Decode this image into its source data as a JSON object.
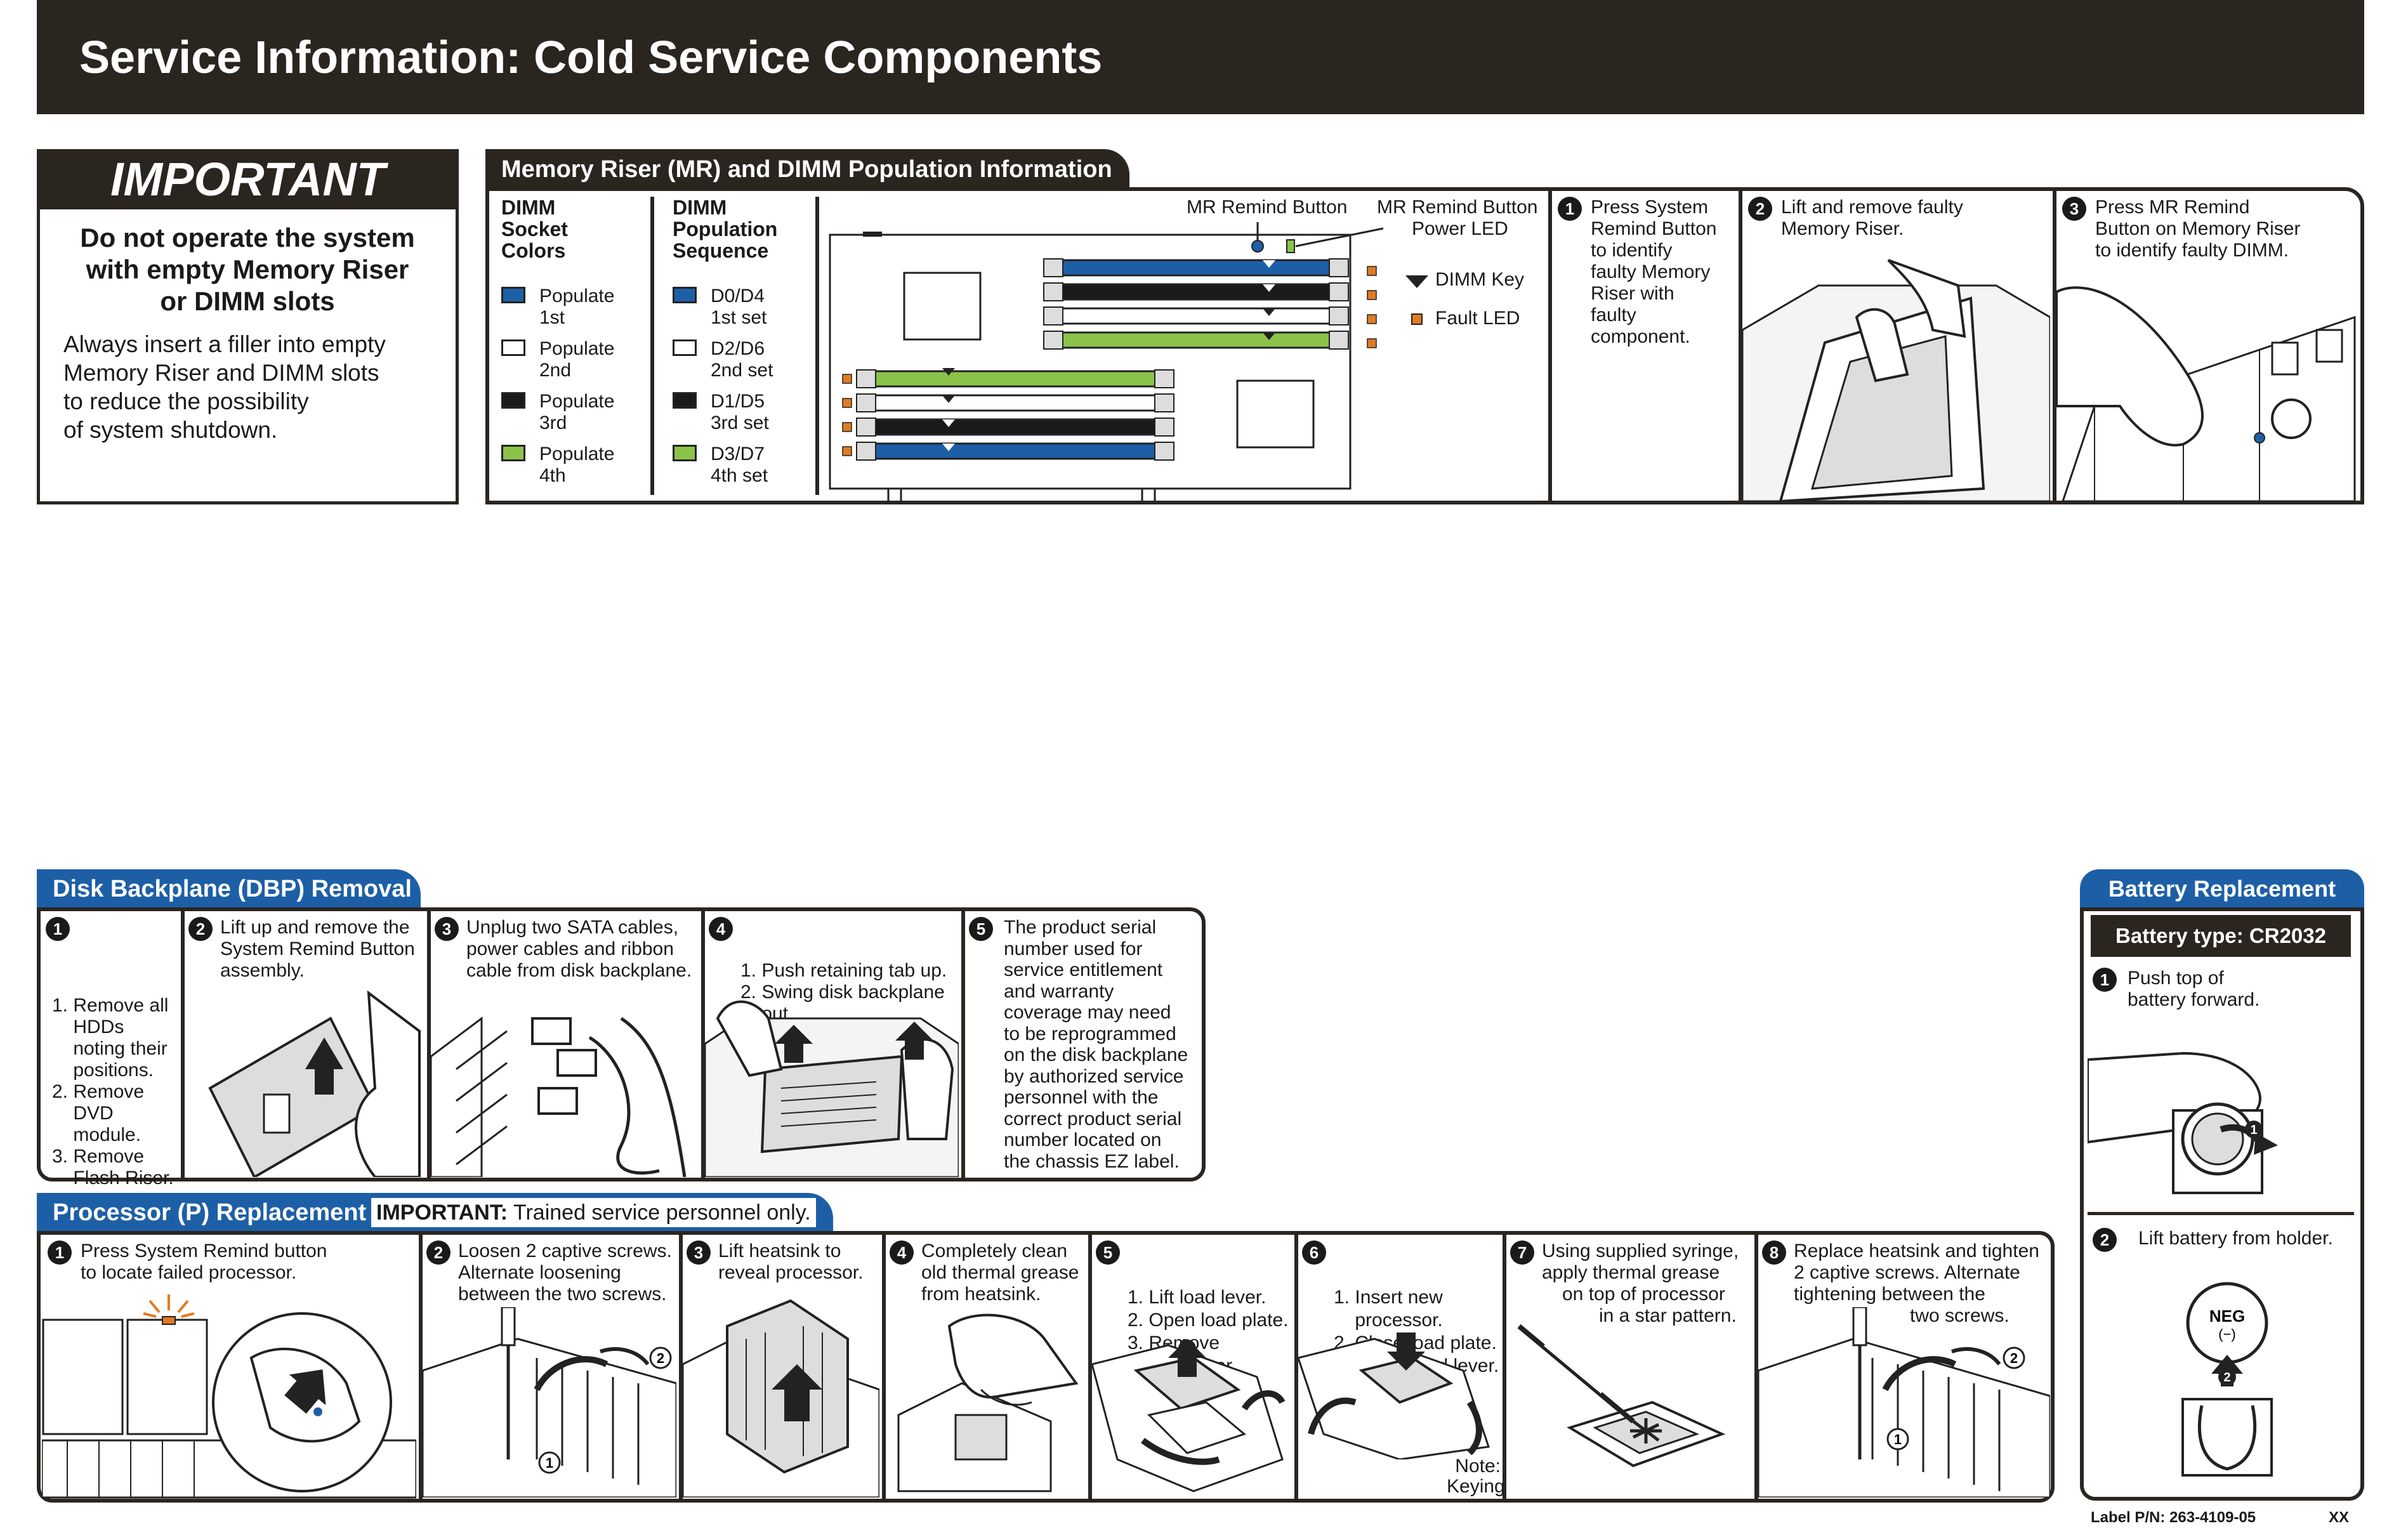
{
  "title": "Service Information: Cold Service Components",
  "important": {
    "heading": "IMPORTANT",
    "bold_lines": [
      "Do not operate the system",
      "with empty Memory Riser",
      "or DIMM slots"
    ],
    "body_lines": [
      "Always insert a filler into empty",
      "Memory Riser and DIMM slots",
      "to reduce the possibility",
      "of system shutdown."
    ]
  },
  "memory": {
    "tab": "Memory Riser (MR) and DIMM Population Information",
    "col1_head": [
      "DIMM",
      "Socket",
      "Colors"
    ],
    "col2_head": [
      "DIMM",
      "Population",
      "Sequence"
    ],
    "colors": [
      {
        "color": "#1d5fa6",
        "a": "Populate",
        "b": "1st",
        "c": "D0/D4",
        "d": "1st set"
      },
      {
        "color": "#ffffff",
        "a": "Populate",
        "b": "2nd",
        "c": "D2/D6",
        "d": "2nd set"
      },
      {
        "color": "#1a1a1a",
        "a": "Populate",
        "b": "3rd",
        "c": "D1/D5",
        "d": "3rd set"
      },
      {
        "color": "#8bc34a",
        "a": "Populate",
        "b": "4th",
        "c": "D3/D7",
        "d": "4th set"
      }
    ],
    "mr_remind_button": "MR Remind Button",
    "mr_led": [
      "MR Remind Button",
      "Power LED"
    ],
    "dimm_key": "DIMM Key",
    "fault_led": "Fault LED",
    "steps": [
      {
        "n": "1",
        "lines": [
          "Press System",
          "Remind Button",
          "to identify",
          "faulty Memory",
          "Riser with",
          "faulty",
          "component."
        ]
      },
      {
        "n": "2",
        "lines": [
          "Lift and remove faulty",
          "Memory Riser."
        ]
      },
      {
        "n": "3",
        "lines": [
          "Press MR Remind",
          "Button on Memory Riser",
          "to identify faulty DIMM."
        ]
      }
    ]
  },
  "disk": {
    "tab": "Disk Backplane (DBP) Removal",
    "steps": [
      {
        "n": "1",
        "lines": [
          "1. Remove all",
          "    HDDs",
          "    noting their",
          "    positions.",
          "2. Remove",
          "    DVD",
          "    module.",
          "3. Remove",
          "    Flash Riser."
        ]
      },
      {
        "n": "2",
        "lines": [
          "Lift up and remove the",
          "System Remind Button",
          "assembly."
        ]
      },
      {
        "n": "3",
        "lines": [
          "Unplug two SATA cables,",
          "power cables and ribbon",
          "cable from disk backplane."
        ]
      },
      {
        "n": "4",
        "lines": [
          "1. Push retaining tab up.",
          "2. Swing disk backplane",
          "    out."
        ]
      },
      {
        "n": "5",
        "lines": [
          "The product serial",
          "number used for",
          "service entitlement",
          "and warranty",
          "coverage may need",
          "to be reprogrammed",
          "on the disk backplane",
          "by authorized service",
          "personnel with the",
          "correct product serial",
          "number located on",
          "the chassis EZ label."
        ]
      }
    ]
  },
  "processor": {
    "tab": "Processor (P) Replacement",
    "important_label": "IMPORTANT:",
    "important_text": "Trained service personnel only.",
    "steps": [
      {
        "n": "1",
        "lines": [
          "Press System Remind button",
          "to locate failed processor."
        ]
      },
      {
        "n": "2",
        "lines": [
          "Loosen 2 captive screws.",
          "Alternate loosening",
          "between the two screws."
        ]
      },
      {
        "n": "3",
        "lines": [
          "Lift heatsink to",
          "reveal processor."
        ]
      },
      {
        "n": "4",
        "lines": [
          "Completely clean",
          "old thermal grease",
          "from heatsink."
        ]
      },
      {
        "n": "5",
        "lines": [
          "1. Lift load lever.",
          "2. Open load plate.",
          "3. Remove",
          "    processor."
        ]
      },
      {
        "n": "6",
        "lines": [
          "1. Insert new",
          "    processor.",
          "2. Close load plate.",
          "3. Lower load lever."
        ]
      },
      {
        "n": "7",
        "lines": [
          "Using supplied syringe,",
          "apply thermal grease",
          "on top of processor",
          "in a star pattern."
        ]
      },
      {
        "n": "8",
        "lines": [
          "Replace heatsink and tighten",
          "2 captive screws. Alternate",
          "tightening between the",
          "two screws."
        ]
      }
    ],
    "note": [
      "Note:",
      "Keying"
    ]
  },
  "battery": {
    "tab": "Battery Replacement",
    "type": "Battery type: CR2032",
    "step1": [
      "Push top of",
      "battery forward."
    ],
    "step2": "Lift battery from holder.",
    "neg": "NEG",
    "neg2": "(−)"
  },
  "footer": {
    "label": "Label P/N: 263-4109-05",
    "xx": "XX"
  }
}
